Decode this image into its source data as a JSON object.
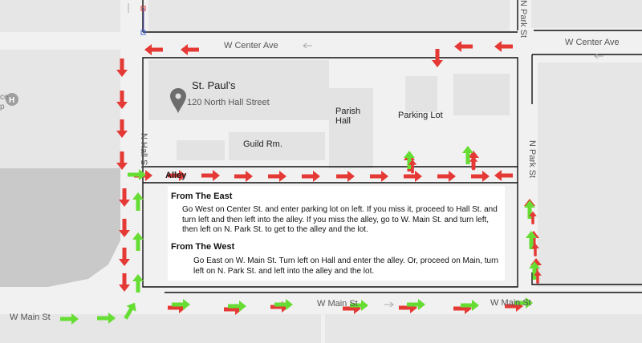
{
  "streets": {
    "center_left": "W Center Ave",
    "center_right": "W Center Ave",
    "hall": "N Hall St",
    "park": "N Park St",
    "park_top": "N Park St",
    "main_left": "W Main St",
    "main_mid": "W Main St",
    "main_right": "W Main St"
  },
  "places": {
    "church_name": "St. Paul's",
    "church_address": "120 North Hall Street",
    "parish_hall": "Parish\nHall",
    "parking_lot": "Parking Lot",
    "guild_room": "Guild Rm.",
    "alley": "Alley",
    "partial_poi": "ce\np"
  },
  "directions": {
    "east_title": "From The East",
    "east_text": "Go West on Center St. and enter parking lot on left. If you miss it, proceed to Hall St. and turn left and then left into the alley. If you miss the alley, go to W. Main St. and turn left, then left on N. Park St. to get to the alley and the lot.",
    "west_title": "From The West",
    "west_text": "Go East on W. Main St. Turn left on Hall and enter the alley. Or, proceed on Main, turn left on N. Park St. and left into the alley and the lot."
  },
  "route_colors": {
    "from_east": "#e53935",
    "from_west": "#66dd33"
  },
  "icons": [
    "map-pin-icon",
    "hospital-icon",
    "one-way-arrow-icon"
  ]
}
